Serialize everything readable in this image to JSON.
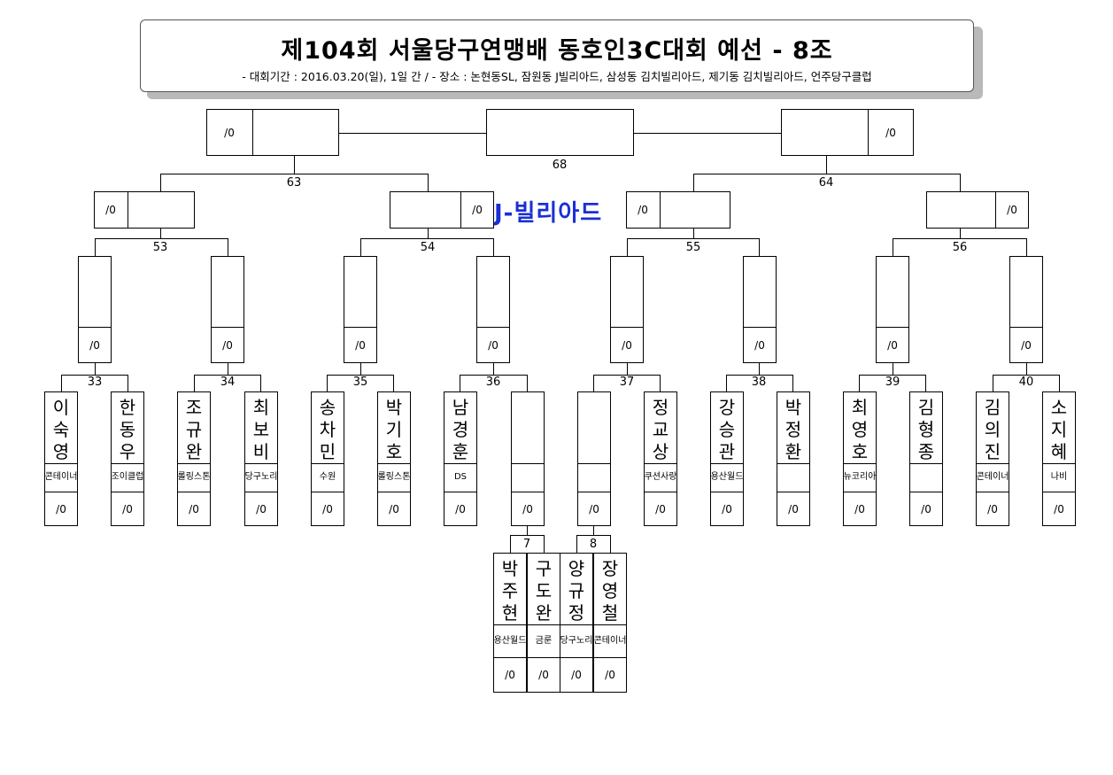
{
  "header": {
    "title": "제104회 서울당구연맹배 동호인3C대회 예선 - 8조",
    "subtitle": "- 대회기간 : 2016.03.20(일), 1일 간 / - 장소 : 논현동SL, 잠원동 J빌리아드, 삼성동 김치빌리아드, 제기동 김치빌리아드, 언주당구클럽"
  },
  "venue": "J-빌리아드",
  "score_blank": "/\n0",
  "match_numbers": {
    "m68": "68",
    "m63": "63",
    "m64": "64",
    "m53": "53",
    "m54": "54",
    "m55": "55",
    "m56": "56",
    "m33": "33",
    "m34": "34",
    "m35": "35",
    "m36": "36",
    "m37": "37",
    "m38": "38",
    "m39": "39",
    "m40": "40",
    "m7": "7",
    "m8": "8"
  },
  "players": [
    {
      "name": "이숙영",
      "club": "콘테\n이너"
    },
    {
      "name": "한동우",
      "club": "조이\n클럽"
    },
    {
      "name": "조규완",
      "club": "롤링\n스톤"
    },
    {
      "name": "최보비",
      "club": "당구\n노리"
    },
    {
      "name": "송차민",
      "club": "수원"
    },
    {
      "name": "박기호",
      "club": "롤링\n스톤"
    },
    {
      "name": "남경훈",
      "club": "DS"
    },
    {
      "name": "",
      "club": ""
    },
    {
      "name": "",
      "club": ""
    },
    {
      "name": "정교상",
      "club": "쿠션\n사랑"
    },
    {
      "name": "강승관",
      "club": "용산\n월드"
    },
    {
      "name": "박정환",
      "club": ""
    },
    {
      "name": "최영호",
      "club": "뉴코\n리아"
    },
    {
      "name": "김형종",
      "club": ""
    },
    {
      "name": "김의진",
      "club": "콘테\n이너"
    },
    {
      "name": "소지혜",
      "club": "나비"
    }
  ],
  "qualifiers": [
    {
      "name": "박주현",
      "club": "용산\n월드"
    },
    {
      "name": "구도완",
      "club": "금룬"
    },
    {
      "name": "양규정",
      "club": "당구\n노리"
    },
    {
      "name": "장영철",
      "club": "콘테\n이너"
    }
  ]
}
